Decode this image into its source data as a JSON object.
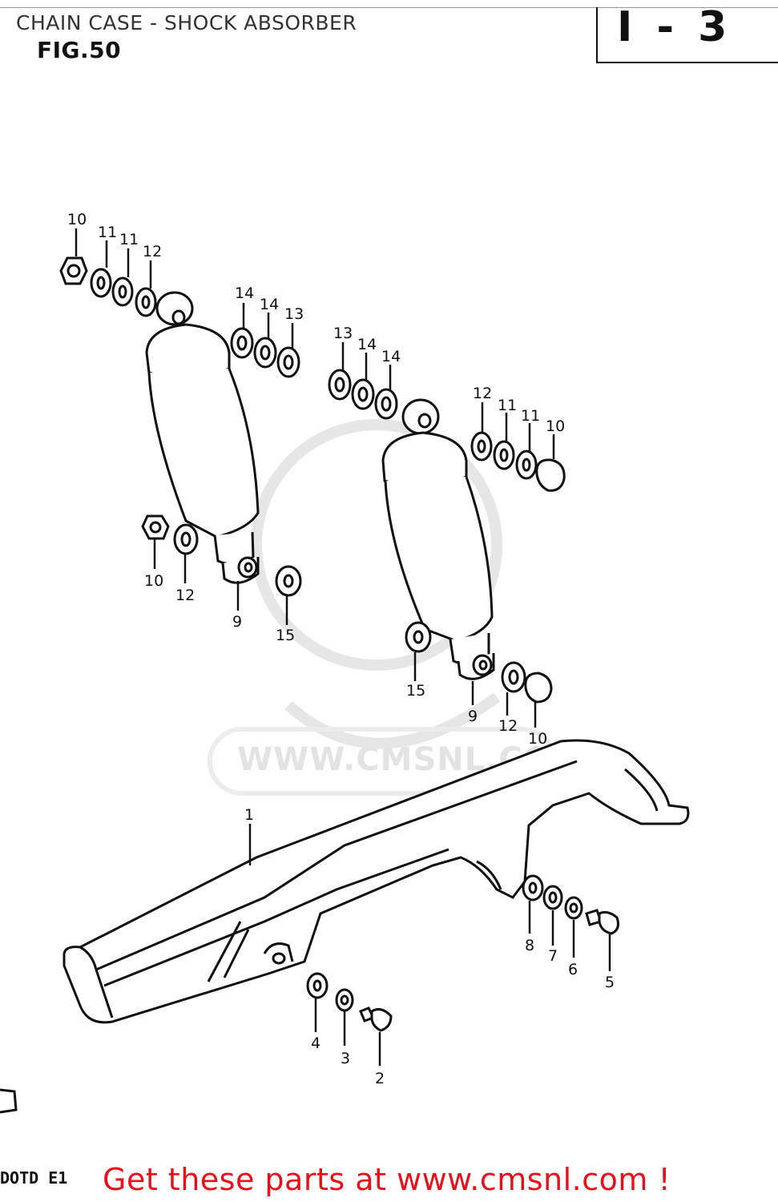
{
  "header": {
    "title": "CHAIN CASE - SHOCK ABSORBER",
    "figure": "FIG.50",
    "section": "I - 3"
  },
  "watermark": "WWW.CMSNL.COM",
  "footer": {
    "code": "DOTD E1",
    "link_text": "Get these parts at www.cmsnl.com !"
  },
  "callouts": [
    {
      "id": "c10a",
      "label": "10"
    },
    {
      "id": "c11a",
      "label": "11"
    },
    {
      "id": "c11b",
      "label": "11"
    },
    {
      "id": "c12a",
      "label": "12"
    },
    {
      "id": "c14a",
      "label": "14"
    },
    {
      "id": "c14b",
      "label": "14"
    },
    {
      "id": "c13a",
      "label": "13"
    },
    {
      "id": "c13b",
      "label": "13"
    },
    {
      "id": "c14c",
      "label": "14"
    },
    {
      "id": "c14d",
      "label": "14"
    },
    {
      "id": "c12b",
      "label": "12"
    },
    {
      "id": "c11c",
      "label": "11"
    },
    {
      "id": "c11d",
      "label": "11"
    },
    {
      "id": "c10b",
      "label": "10"
    },
    {
      "id": "c10c",
      "label": "10"
    },
    {
      "id": "c12c",
      "label": "12"
    },
    {
      "id": "c9a",
      "label": "9"
    },
    {
      "id": "c15a",
      "label": "15"
    },
    {
      "id": "c15b",
      "label": "15"
    },
    {
      "id": "c9b",
      "label": "9"
    },
    {
      "id": "c12d",
      "label": "12"
    },
    {
      "id": "c10d",
      "label": "10"
    },
    {
      "id": "c1",
      "label": "1"
    },
    {
      "id": "c8",
      "label": "8"
    },
    {
      "id": "c7",
      "label": "7"
    },
    {
      "id": "c6",
      "label": "6"
    },
    {
      "id": "c5",
      "label": "5"
    },
    {
      "id": "c4",
      "label": "4"
    },
    {
      "id": "c3",
      "label": "3"
    },
    {
      "id": "c2",
      "label": "2"
    }
  ]
}
